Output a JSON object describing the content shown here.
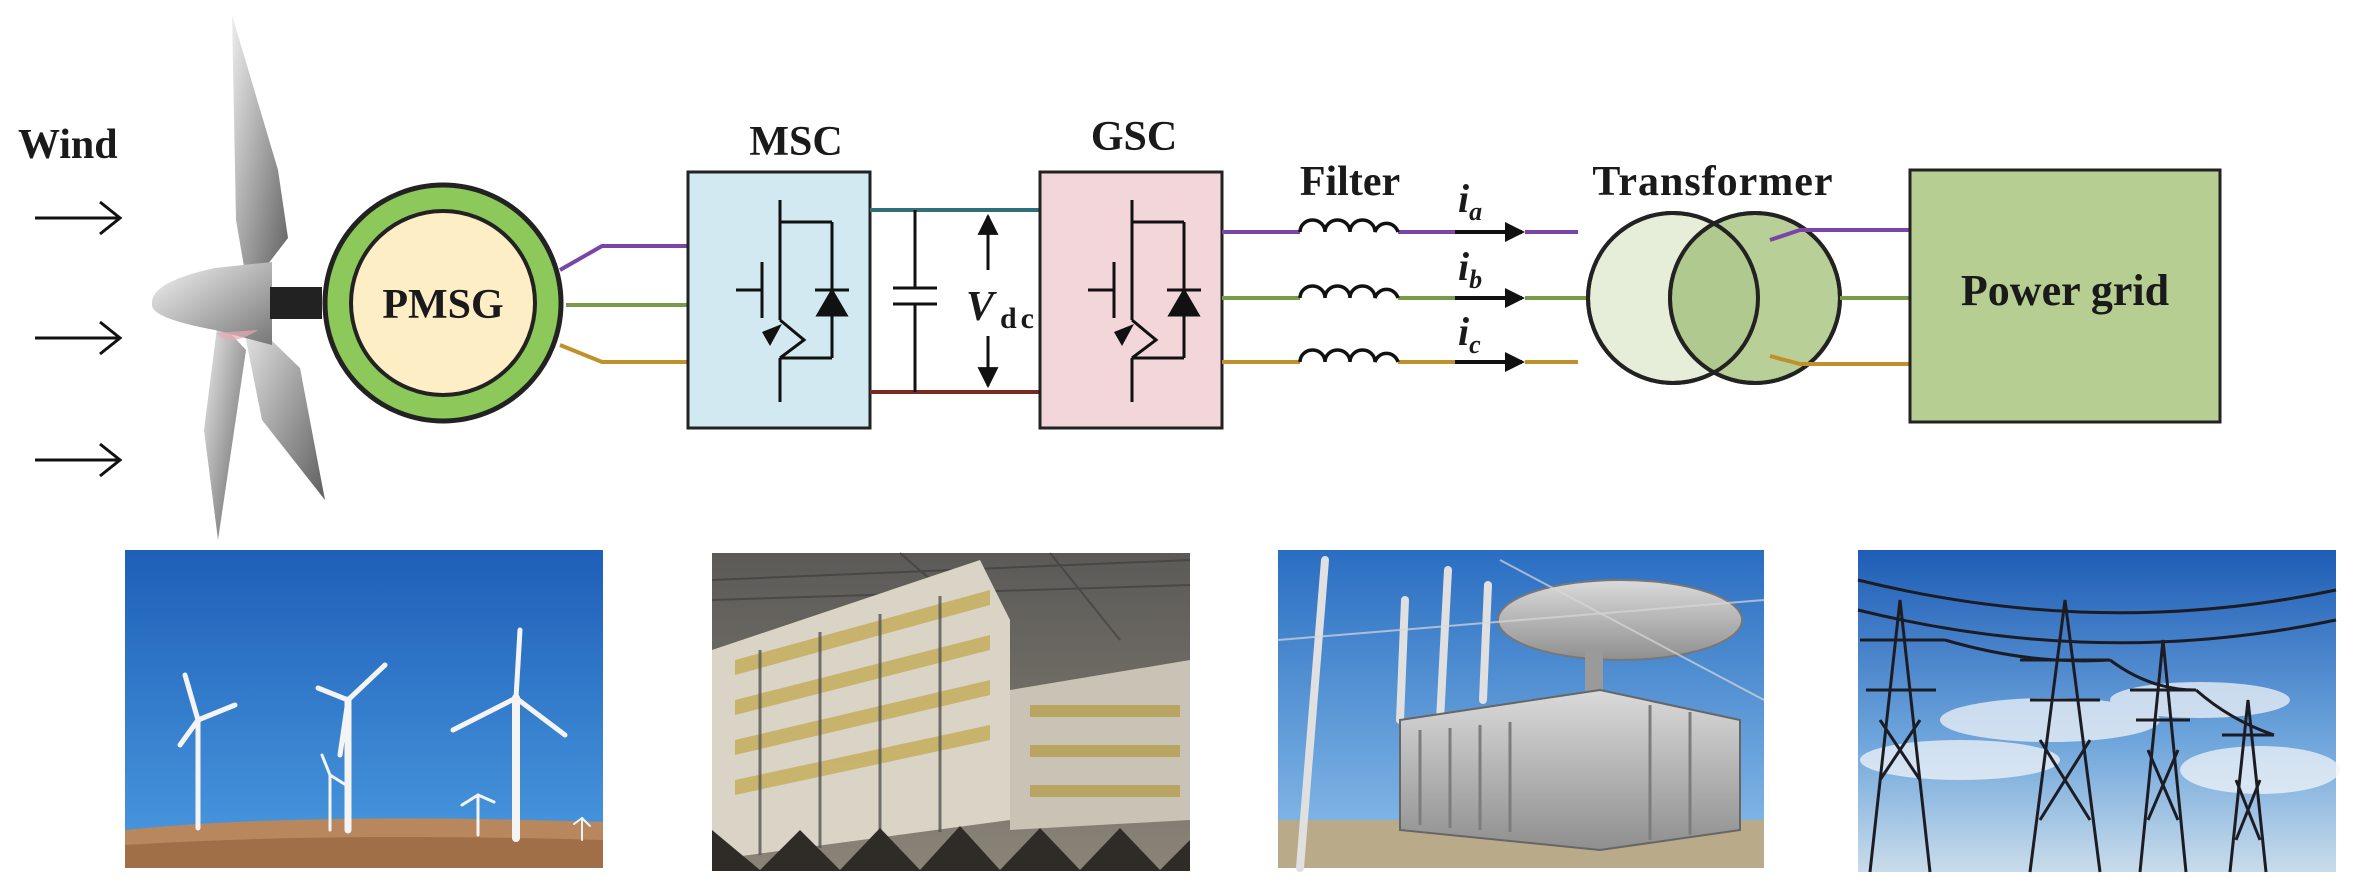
{
  "labels": {
    "wind": "Wind",
    "pmsg": "PMSG",
    "msc": "MSC",
    "gsc": "GSC",
    "vdc_main": "V",
    "vdc_sub": "dc",
    "filter": "Filter",
    "current_a_main": "i",
    "current_a_sub": "a",
    "current_b_main": "i",
    "current_b_sub": "b",
    "current_c_main": "i",
    "current_c_sub": "c",
    "transformer": "Transformer",
    "power_grid": "Power grid"
  },
  "colors": {
    "phase_a": "#7b45a8",
    "phase_b": "#7a9a4a",
    "phase_c": "#c0902a",
    "dc_positive": "#2e6f7a",
    "dc_negative": "#7a2a22",
    "pmsg_ring": "#8cc85a",
    "pmsg_core": "#fdeec6",
    "msc_fill": "#d2e9f2",
    "gsc_fill": "#f2d6da",
    "transformer_left": "#e6eed9",
    "transformer_right": "#b9cf98",
    "grid_fill": "#b6ce92"
  },
  "photos": [
    {
      "subject": "wind-farm"
    },
    {
      "subject": "converter-hall"
    },
    {
      "subject": "power-transformer"
    },
    {
      "subject": "transmission-towers"
    }
  ]
}
